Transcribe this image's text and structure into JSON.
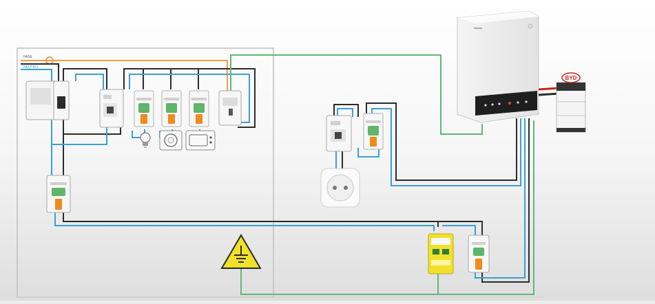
{
  "diagram": {
    "labels": {
      "phase_label": "FASE",
      "neutral_label": "NEUTRO",
      "battery_brand": "BYD"
    },
    "colors": {
      "phase_wire": "#2b2b2b",
      "neutral_wire": "#3aa0d0",
      "earth_wire": "#5cb878",
      "supply_wire": "#f0a050",
      "lever_orange": "#f08a1c",
      "spd_yellow": "#f2e12a",
      "battery_red": "#d32020"
    },
    "icons": [
      "bulb-icon",
      "hob-icon",
      "microwave-icon",
      "socket-icon",
      "earth-warning-icon",
      "inverter",
      "battery"
    ]
  }
}
